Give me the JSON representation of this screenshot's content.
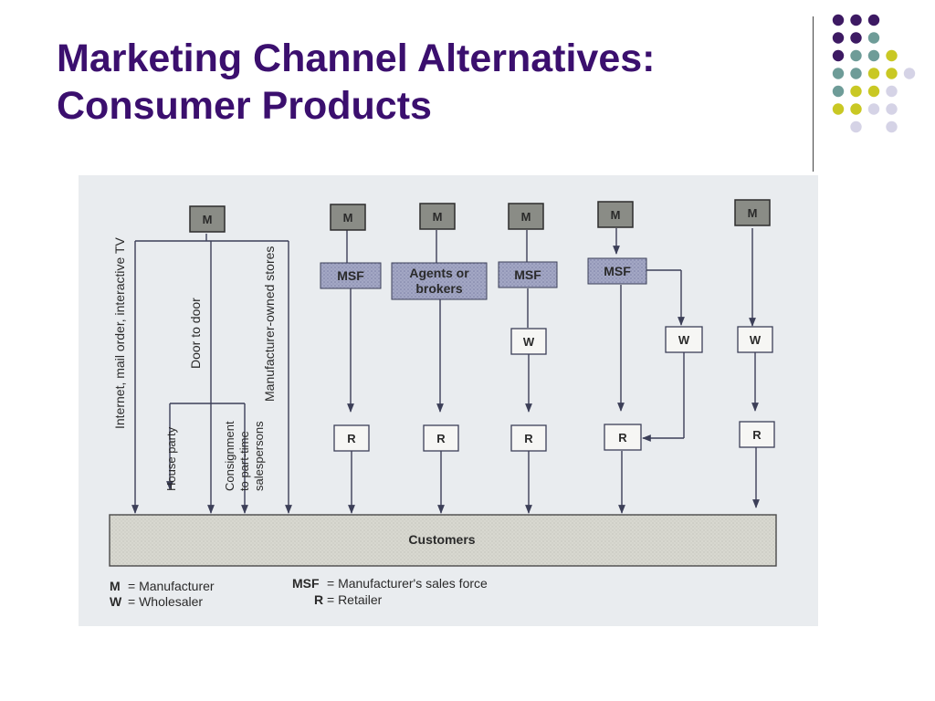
{
  "slide": {
    "title_line1": "Marketing Channel Alternatives:",
    "title_line2": "Consumer Products"
  },
  "colors": {
    "title": "#3b0f6e",
    "dot_purple": "#3d1a63",
    "dot_teal": "#6e9c98",
    "dot_yellow": "#c9c824",
    "dot_lavender": "#d5d3e6"
  },
  "diagram": {
    "manufacturer": "M",
    "msf": "MSF",
    "agents_line1": "Agents or",
    "agents_line2": "brokers",
    "wholesaler": "W",
    "retailer": "R",
    "customers": "Customers",
    "direct_labels": {
      "internet": "Internet, mail order, interactive TV",
      "door": "Door to door",
      "house_party": "House party",
      "consignment_line1": "Consignment",
      "consignment_line2": "to part-time",
      "consignment_line3": "salespersons",
      "stores": "Manufacturer-owned stores"
    },
    "legend": {
      "m_key": "M",
      "m_text": "= Manufacturer",
      "w_key": "W",
      "w_text": "= Wholesaler",
      "msf_key": "MSF",
      "msf_text": "= Manufacturer's sales force",
      "r_key": "R",
      "r_text": "= Retailer"
    }
  }
}
